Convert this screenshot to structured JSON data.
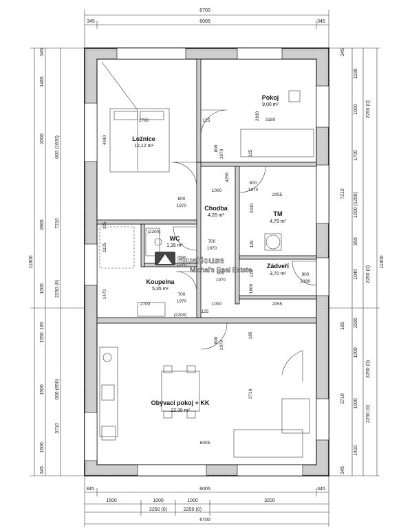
{
  "rooms": {
    "loznice": {
      "name": "Ložnice",
      "area": "12,12 m²"
    },
    "pokoj": {
      "name": "Pokoj",
      "area": "9,00 m²"
    },
    "chodba": {
      "name": "Chodba",
      "area": "4,26 m²"
    },
    "tm": {
      "name": "TM",
      "area": "4,79 m²"
    },
    "wc": {
      "name": "WC",
      "area": "1,35 m²"
    },
    "koupelna": {
      "name": "Koupelna",
      "area": "5,35 m²"
    },
    "zadveri": {
      "name": "Zádveří",
      "area": "3,70 m²"
    },
    "obyvaci": {
      "name": "Obývací pokoj + KK",
      "area": "22,30 m²"
    }
  },
  "watermark": {
    "brand": "BlueHouse",
    "tagline": "Michal's Real Estate"
  },
  "dims": {
    "top_total": "6700",
    "top_inner": "6005",
    "top_left": "345",
    "top_right": "345",
    "bottom_total": "6700",
    "bottom_inner": "6005",
    "bottom_left": "345",
    "bottom_right": "345",
    "bottom_1500": "1500",
    "bottom_1000a": "1000",
    "bottom_1000b": "1000",
    "bottom_3200": "3200",
    "bottom_2250a": "2250 (0)",
    "bottom_2250b": "2250 (0)",
    "left_total": "11800",
    "left_7210": "7210",
    "left_345a": "345",
    "left_1485": "1485",
    "left_2000": "2000",
    "left_600": "600 (1600)",
    "left_2665": "2665",
    "left_1000": "1000",
    "left_2250": "2250 (0)",
    "left_185": "185",
    "left_1550": "1550",
    "left_1500": "1500",
    "left_600b": "600 (850)",
    "left_3710": "3710",
    "left_1600": "1600",
    "left_345b": "345",
    "right_total": "11800",
    "right_7210": "7210",
    "right_345a": "345",
    "right_1190": "1190",
    "right_1000": "1000",
    "right_2250": "2250 (0)",
    "right_1700": "1700",
    "right_1000b": "1000 (1250)",
    "right_955": "955",
    "right_1040": "1040",
    "right_2250b": "2250 (0)",
    "right_185": "185",
    "right_1505": "1505",
    "right_1000c": "1000",
    "right_2250c": "2250 (0)",
    "right_3710": "3710",
    "right_1000d": "1000",
    "right_2250d": "2250 (0)",
    "right_1410": "1410",
    "right_345b": "345",
    "in_2700a": "2700",
    "in_4490": "4490",
    "in_800a": "800",
    "in_1970a": "1970",
    "in_2830": "2830",
    "in_3180": "3180",
    "in_125a": "125",
    "in_800b": "800",
    "in_1970b": "1970",
    "in_125b": "125",
    "in_4255": "4255",
    "in_1000a": "1000",
    "in_800c": "800",
    "in_1970c": "1970",
    "in_2055a": "2055",
    "in_2330": "2330",
    "in_125c": "125",
    "in_2200a": "(2200)",
    "in_2200b": "(2200)",
    "in_125d": "125",
    "in_1125": "1125",
    "in_700a": "700",
    "in_1970d": "1970",
    "in_700b": "700",
    "in_1970e": "1970",
    "in_125e": "125",
    "in_800d": "800",
    "in_1970f": "1970",
    "in_900": "900",
    "in_2180": "2180",
    "in_1800": "1800",
    "in_1470": "1470",
    "in_2700b": "2700",
    "in_700c": "700",
    "in_1970g": "1970",
    "in_1000b": "1000",
    "in_2055b": "2055",
    "in_125f": "125",
    "in_185": "185",
    "in_800e": "800",
    "in_1970h": "1970",
    "in_3710": "3710",
    "in_6005": "6005"
  }
}
